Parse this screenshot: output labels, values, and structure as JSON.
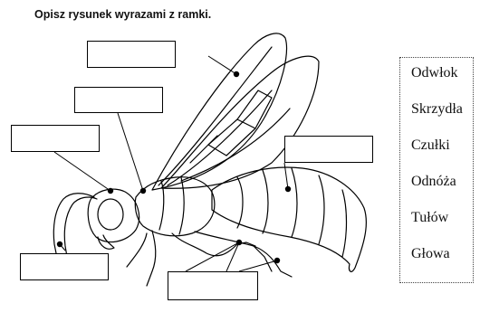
{
  "instruction": "Opisz rysunek wyrazami z ramki.",
  "word_bank": {
    "words": [
      "Odwłok",
      "Skrzydła",
      "Czułki",
      "Odnóża",
      "Tułów",
      "Głowa"
    ]
  },
  "answer_boxes": [
    {
      "name": "answer-box-wings",
      "value": ""
    },
    {
      "name": "answer-box-thorax",
      "value": ""
    },
    {
      "name": "answer-box-head",
      "value": ""
    },
    {
      "name": "answer-box-abdomen",
      "value": ""
    },
    {
      "name": "answer-box-antennae",
      "value": ""
    },
    {
      "name": "answer-box-legs",
      "value": ""
    }
  ],
  "illustration": {
    "subject": "wasp",
    "style": "black line drawing"
  }
}
